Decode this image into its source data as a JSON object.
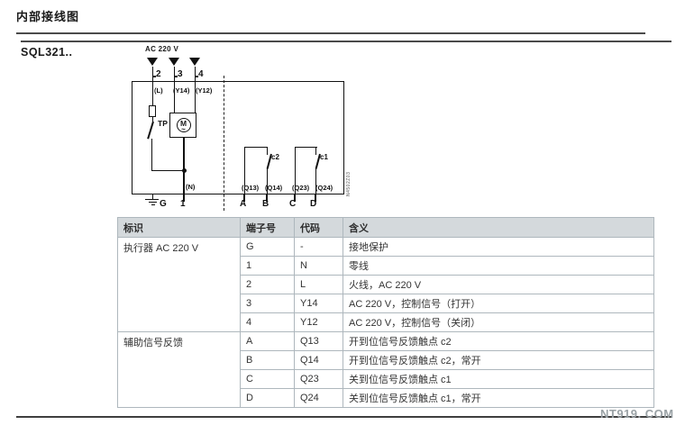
{
  "page": {
    "title": "内部接线图",
    "model": "SQL321..",
    "watermark": "NT919. COM"
  },
  "diagram": {
    "supply_label": "AC 220 V",
    "ref_code": "N4502Z03",
    "terminals_top": [
      {
        "num": "2",
        "code": "(L)"
      },
      {
        "num": "3",
        "code": "(Y14)"
      },
      {
        "num": "4",
        "code": "(Y12)"
      }
    ],
    "tp_label": "TP",
    "motor_label": "M",
    "motor_tilde": "~",
    "neutral_label": "(N)",
    "ground_label": "G",
    "terminal1_label": "1",
    "switches": [
      {
        "label": "c2",
        "left_code": "(Q13)",
        "right_code": "(Q14)",
        "left_term": "A",
        "right_term": "B"
      },
      {
        "label": "c1",
        "left_code": "(Q23)",
        "right_code": "(Q24)",
        "left_term": "C",
        "right_term": "D"
      }
    ]
  },
  "table": {
    "headers": [
      "标识",
      "端子号",
      "代码",
      "含义"
    ],
    "groups": [
      {
        "label": "执行器 AC 220 V",
        "rows": [
          [
            "G",
            "-",
            "接地保护"
          ],
          [
            "1",
            "N",
            "零线"
          ],
          [
            "2",
            "L",
            "火线，AC 220 V"
          ],
          [
            "3",
            "Y14",
            "AC 220 V，控制信号（打开）"
          ],
          [
            "4",
            "Y12",
            "AC 220 V，控制信号（关闭）"
          ]
        ]
      },
      {
        "label": "辅助信号反馈",
        "rows": [
          [
            "A",
            "Q13",
            "开到位信号反馈触点 c2"
          ],
          [
            "B",
            "Q14",
            "开到位信号反馈触点 c2，常开"
          ],
          [
            "C",
            "Q23",
            "关到位信号反馈触点 c1"
          ],
          [
            "D",
            "Q24",
            "关到位信号反馈触点 c1，常开"
          ]
        ]
      }
    ]
  },
  "colors": {
    "line": "#111111",
    "table_header_bg": "#d4d9dc",
    "table_border": "#aeb7bd",
    "text": "#333333",
    "watermark": "#99a1a5"
  }
}
